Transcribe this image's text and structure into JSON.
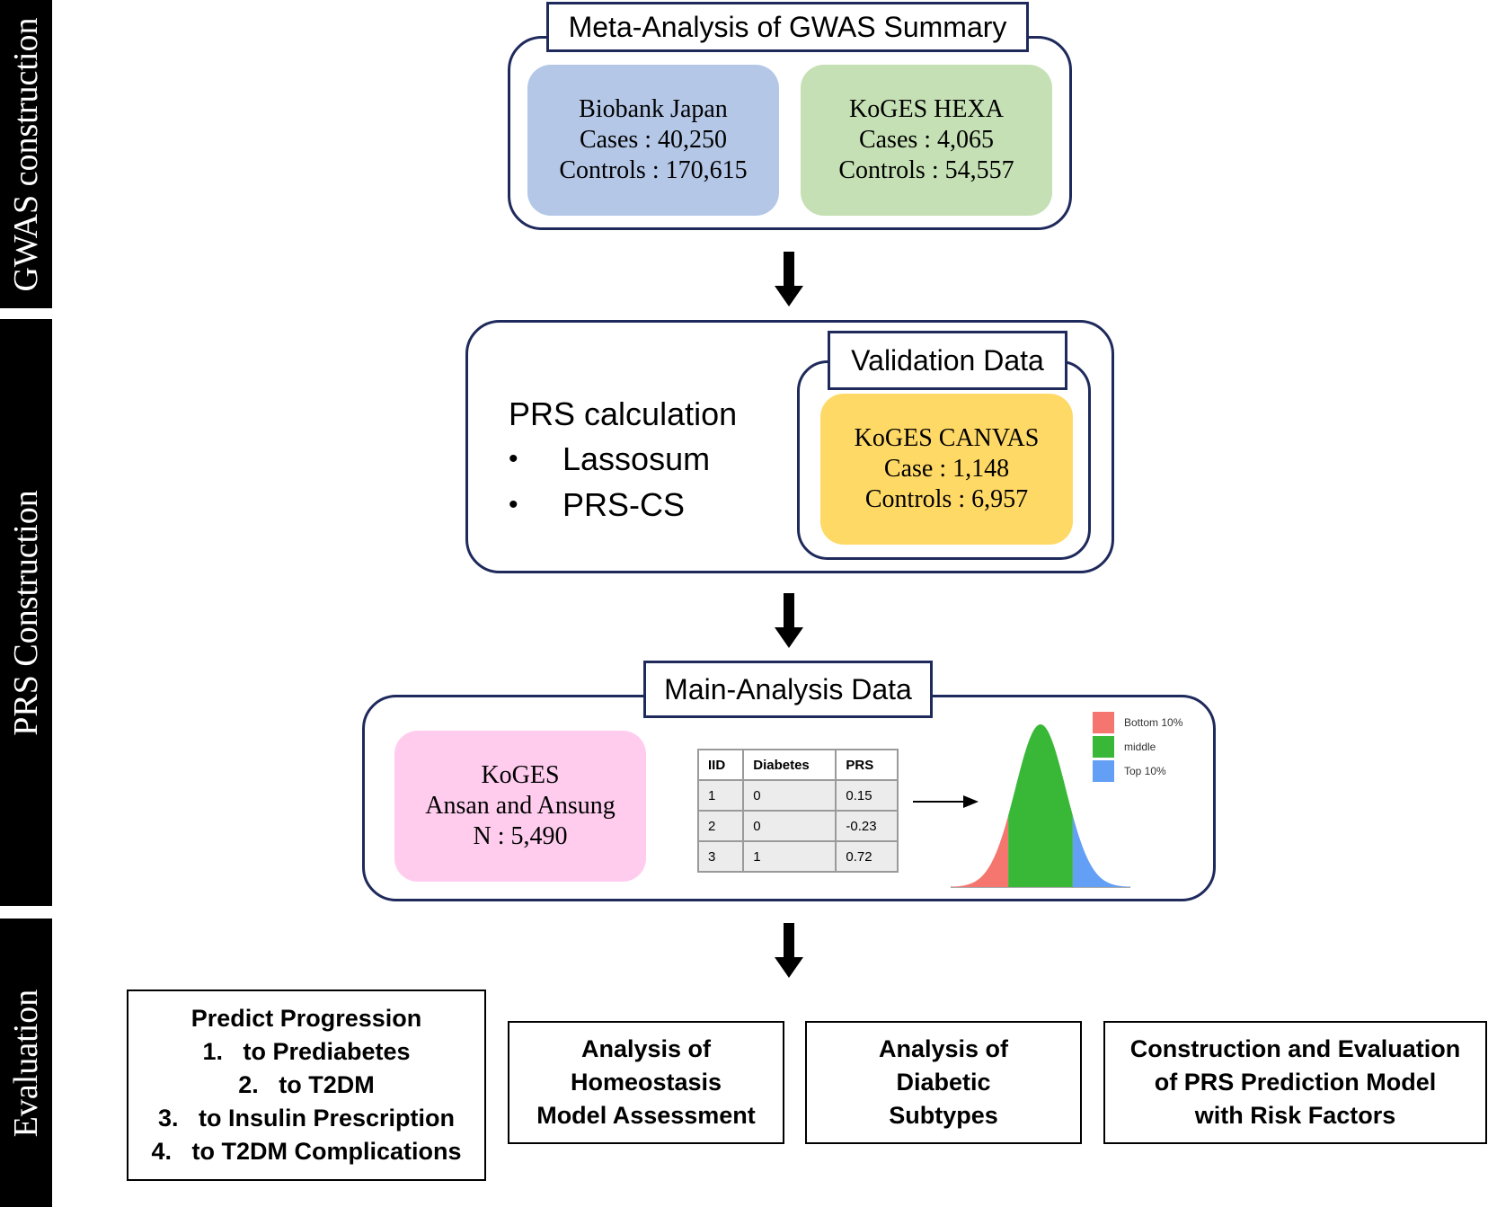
{
  "stages": {
    "gwas": "GWAS construction",
    "prs": "PRS Construction",
    "evaluation": "Evaluation"
  },
  "meta": {
    "title": "Meta-Analysis of GWAS Summary",
    "cohort1": {
      "name": "Biobank Japan",
      "cases": "Cases : 40,250",
      "controls": "Controls : 170,615"
    },
    "cohort2": {
      "name": "KoGES HEXA",
      "cases": "Cases : 4,065",
      "controls": "Controls : 54,557"
    }
  },
  "prs": {
    "title": "PRS calculation",
    "methods": [
      "Lassosum",
      "PRS-CS"
    ],
    "bullet": "•",
    "validation": {
      "title": "Validation Data",
      "name": "KoGES CANVAS",
      "cases": "Case : 1,148",
      "controls": "Controls : 6,957"
    }
  },
  "main": {
    "title": "Main-Analysis Data",
    "cohort": {
      "name": "KoGES",
      "sub": "Ansan and Ansung",
      "n": "N : 5,490"
    },
    "table": {
      "headers": [
        "IID",
        "Diabetes",
        "PRS"
      ],
      "rows": [
        [
          "1",
          "0",
          "0.15"
        ],
        [
          "2",
          "0",
          "-0.23"
        ],
        [
          "3",
          "1",
          "0.72"
        ]
      ]
    },
    "legend": [
      "Bottom 10%",
      "middle",
      "Top 10%"
    ]
  },
  "evaluation": {
    "progression": {
      "title": "Predict Progression",
      "items": [
        "1.   to Prediabetes",
        "2.   to T2DM",
        "3.   to Insulin Prescription",
        "4.   to T2DM Complications"
      ]
    },
    "homa": [
      "Analysis of",
      "Homeostasis",
      "Model Assessment"
    ],
    "subtypes": [
      "Analysis of",
      "Diabetic",
      "Subtypes"
    ],
    "model": [
      "Construction and Evaluation",
      "of PRS Prediction Model",
      "with Risk Factors"
    ]
  },
  "colors": {
    "blue": "#b4c7e7",
    "green": "#c5e0b4",
    "yellow": "#ffd966",
    "pink": "#ffccee",
    "navy": "#1f2a5c",
    "bottom": "#f4766e",
    "middle": "#39b837",
    "top": "#629ff5"
  }
}
